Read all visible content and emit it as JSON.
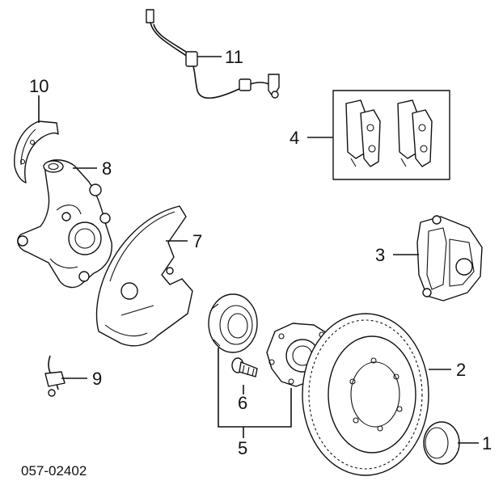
{
  "diagram": {
    "callouts": {
      "c1": "1",
      "c2": "2",
      "c3": "3",
      "c4": "4",
      "c5": "5",
      "c6": "6",
      "c7": "7",
      "c8": "8",
      "c9": "9",
      "c10": "10",
      "c11": "11"
    },
    "diagram_code": "057-02402"
  }
}
